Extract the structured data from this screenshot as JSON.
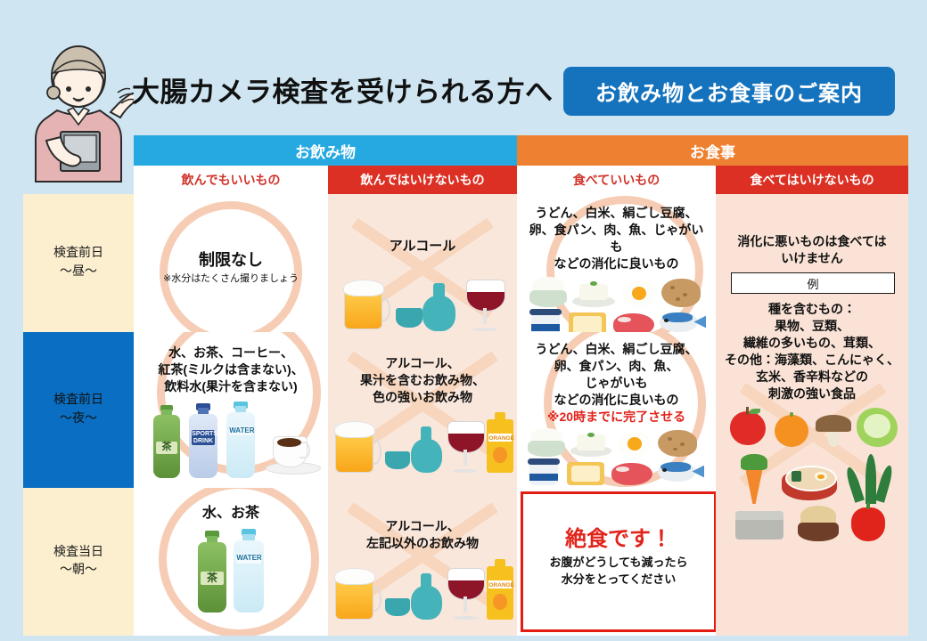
{
  "page": {
    "background_color": "#cfe6f2",
    "title": "大腸カメラ検査を受けられる方へ",
    "badge": "お飲み物とお食事のご案内",
    "badge_color": "#1573bd"
  },
  "table": {
    "group_headers": [
      {
        "label": "お飲み物",
        "color": "#26a9e0"
      },
      {
        "label": "お食事",
        "color": "#ee8031"
      }
    ],
    "sub_headers": [
      {
        "label": "飲んでもいいもの",
        "style": "ok"
      },
      {
        "label": "飲んではいけないもの",
        "style": "ng"
      },
      {
        "label": "食べていいもの",
        "style": "ok"
      },
      {
        "label": "食べてはいけないもの",
        "style": "ng"
      }
    ],
    "row_labels": [
      {
        "line1": "検査前日",
        "line2": "〜昼〜",
        "highlight": false
      },
      {
        "line1": "検査前日",
        "line2": "〜夜〜",
        "highlight": true
      },
      {
        "line1": "検査当日",
        "line2": "〜朝〜",
        "highlight": false
      }
    ],
    "rows": [
      {
        "drink_ok": {
          "main": "制限なし",
          "note": "※水分はたくさん撮りましょう"
        },
        "drink_ng": {
          "main": "アルコール"
        },
        "food_ok": {
          "line1": "うどん、白米、絹ごし豆腐、",
          "line2": "卵、食パン、肉、魚、じゃがい",
          "line3": "も",
          "line4": "などの消化に良いもの"
        }
      },
      {
        "drink_ok": {
          "line1": "水、お茶、コーヒー、",
          "line2": "紅茶(ミルクは含まない)、",
          "line3": "飲料水(果汁を含まない)"
        },
        "drink_ng": {
          "line1": "アルコール、",
          "line2": "果汁を含むお飲み物、",
          "line3": "色の強いお飲み物"
        },
        "food_ok": {
          "line1": "うどん、白米、絹ごし豆腐、",
          "line2": "卵、食パン、肉、魚、",
          "line3": "じゃがいも",
          "line4": "などの消化に良いもの",
          "warning": "※20時までに完了させる"
        }
      },
      {
        "drink_ok": {
          "main": "水、お茶"
        },
        "drink_ng": {
          "line1": "アルコール、",
          "line2": "左記以外のお飲み物"
        },
        "food_ok": {
          "headline": "絶食です！",
          "note1": "お腹がどうしても減ったら",
          "note2": "水分をとってください"
        }
      }
    ],
    "food_ng_column": {
      "heading1": "消化に悪いものは食べては",
      "heading2": "いけません",
      "example_box": "例",
      "list1": "種を含むもの：",
      "list2": "果物、豆類、",
      "list3": "繊維の多いもの、茸類、",
      "list4": "その他：海藻類、こんにゃく、",
      "list5": "玄米、香辛料などの",
      "list6": "刺激の強い食品"
    }
  },
  "icons": {
    "tea_bottle_label": "茶",
    "sports_drink_label": "SPORTS DRINK",
    "water_bottle_label": "WATER",
    "orange_carton_label": "ORANGE"
  },
  "colors": {
    "cream_row": "#fcefcf",
    "blue_row": "#0a6fc2",
    "peach_cell": "#fae7dc",
    "red_header": "#dc3024",
    "warning_red": "#e2231a",
    "circle_highlight": "#f6cdb4",
    "cross_mark": "#f8d6bd"
  }
}
